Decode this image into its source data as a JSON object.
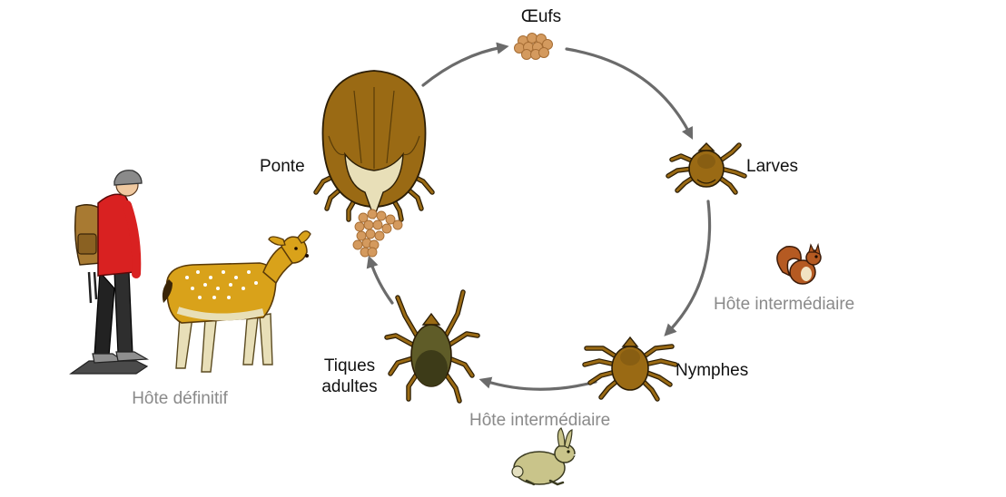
{
  "stages": {
    "eggs": "Œufs",
    "larvae": "Larves",
    "nymphs": "Nymphes",
    "adults_line1": "Tiques",
    "adults_line2": "adultes",
    "laying": "Ponte"
  },
  "hosts": {
    "intermediate_larvae": "Hôte intermédiaire",
    "intermediate_nymphs": "Hôte intermédiaire",
    "definitive": "Hôte définitif"
  },
  "colors": {
    "tick_brown": "#9a6a14",
    "tick_dark": "#3d3b18",
    "egg": "#d49a5e",
    "arrow": "#6b6b6b",
    "host_label": "#8a8a8a",
    "deer_coat": "#d9a21a",
    "hiker_jacket": "#d92121"
  }
}
